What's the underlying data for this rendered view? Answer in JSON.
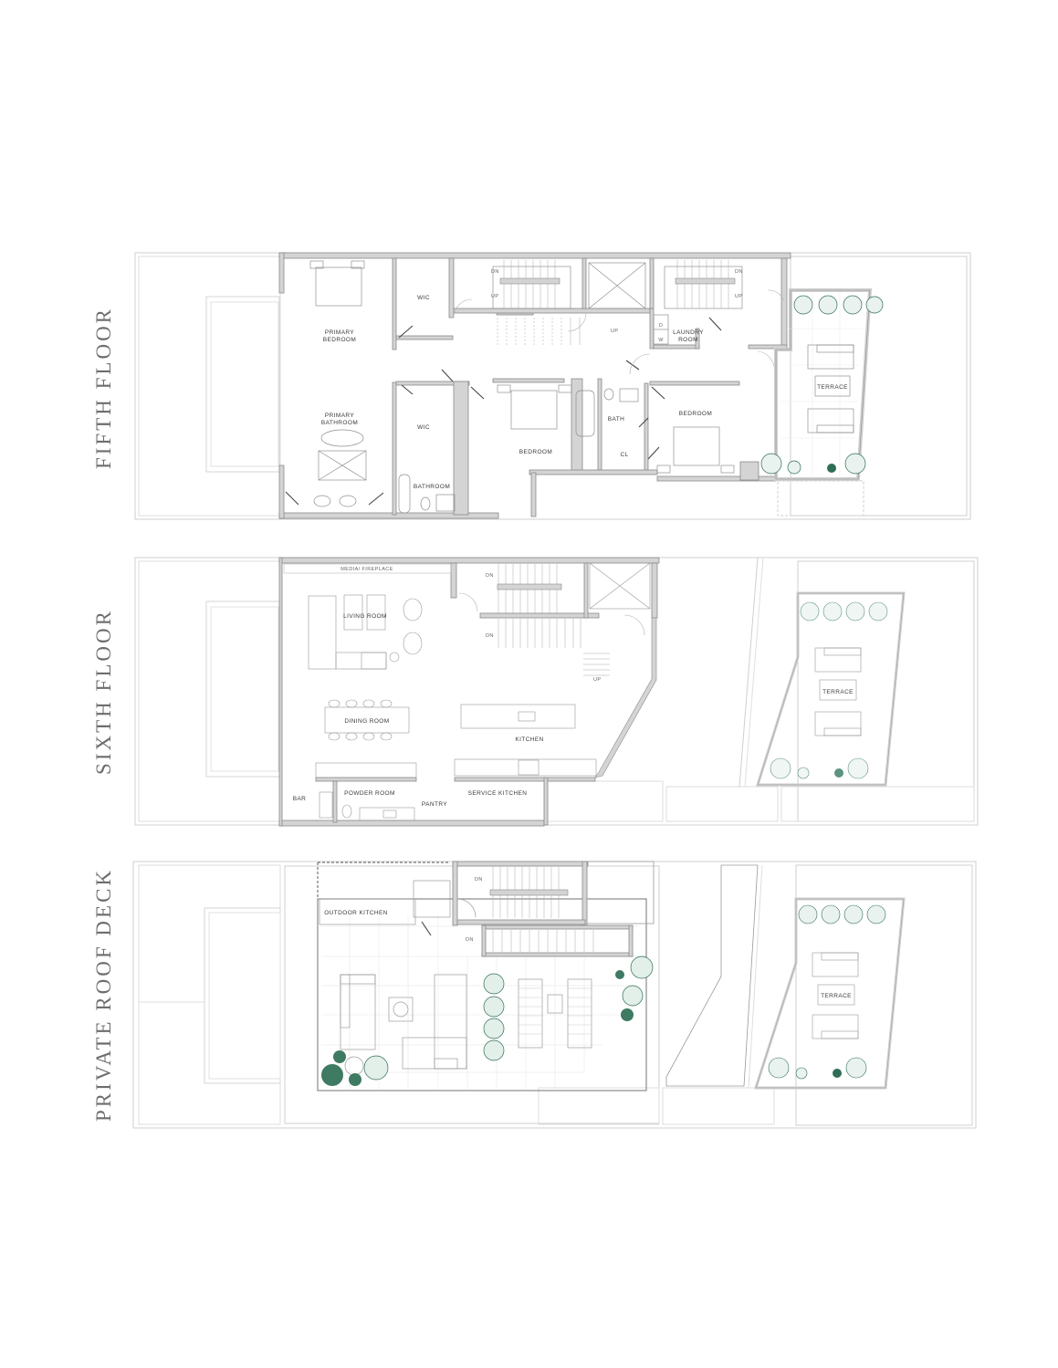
{
  "document": {
    "type": "floor-plan-sheet",
    "colors": {
      "wall_fill": "#d4d4d4",
      "wall_stroke": "#8a8a8a",
      "line": "#9a9a9a",
      "light_line": "#cfcfcf",
      "label": "#3a3a3a",
      "title": "#6d6d6d",
      "plant": "#2f6e55",
      "plant_light": "#8fb8a6"
    }
  },
  "floors": [
    {
      "title": "FIFTH FLOOR",
      "rooms": {
        "primary_bedroom_1": "PRIMARY",
        "primary_bedroom_2": "BEDROOM",
        "wic_1": "WIC",
        "primary_bathroom_1": "PRIMARY",
        "primary_bathroom_2": "BATHROOM",
        "wic_2": "WIC",
        "bathroom": "BATHROOM",
        "bedroom_1": "BEDROOM",
        "bath": "BATH",
        "cl": "CL",
        "bedroom_2": "BEDROOM",
        "laundry_1": "LAUNDRY",
        "laundry_2": "ROOM",
        "washer": "W",
        "dryer": "D",
        "terrace": "TERRACE"
      },
      "stairs": {
        "dn_1": "DN",
        "up_1": "UP",
        "dn_2": "DN",
        "up_2": "UP",
        "up_3": "UP"
      }
    },
    {
      "title": "SIXTH FLOOR",
      "rooms": {
        "media_fireplace": "MEDIA/ FIREPLACE",
        "living_room": "LIVING ROOM",
        "dining_room": "DINING ROOM",
        "kitchen": "KITCHEN",
        "bar": "BAR",
        "powder_room": "POWDER ROOM",
        "pantry": "PANTRY",
        "service_kitchen": "SERVICE KITCHEN",
        "terrace": "TERRACE"
      },
      "stairs": {
        "dn_1": "DN",
        "dn_2": "DN",
        "up_1": "UP"
      }
    },
    {
      "title": "PRIVATE ROOF DECK",
      "rooms": {
        "outdoor_kitchen": "OUTDOOR KITCHEN",
        "terrace": "TERRACE"
      },
      "stairs": {
        "dn_1": "DN",
        "dn_2": "DN"
      }
    }
  ]
}
